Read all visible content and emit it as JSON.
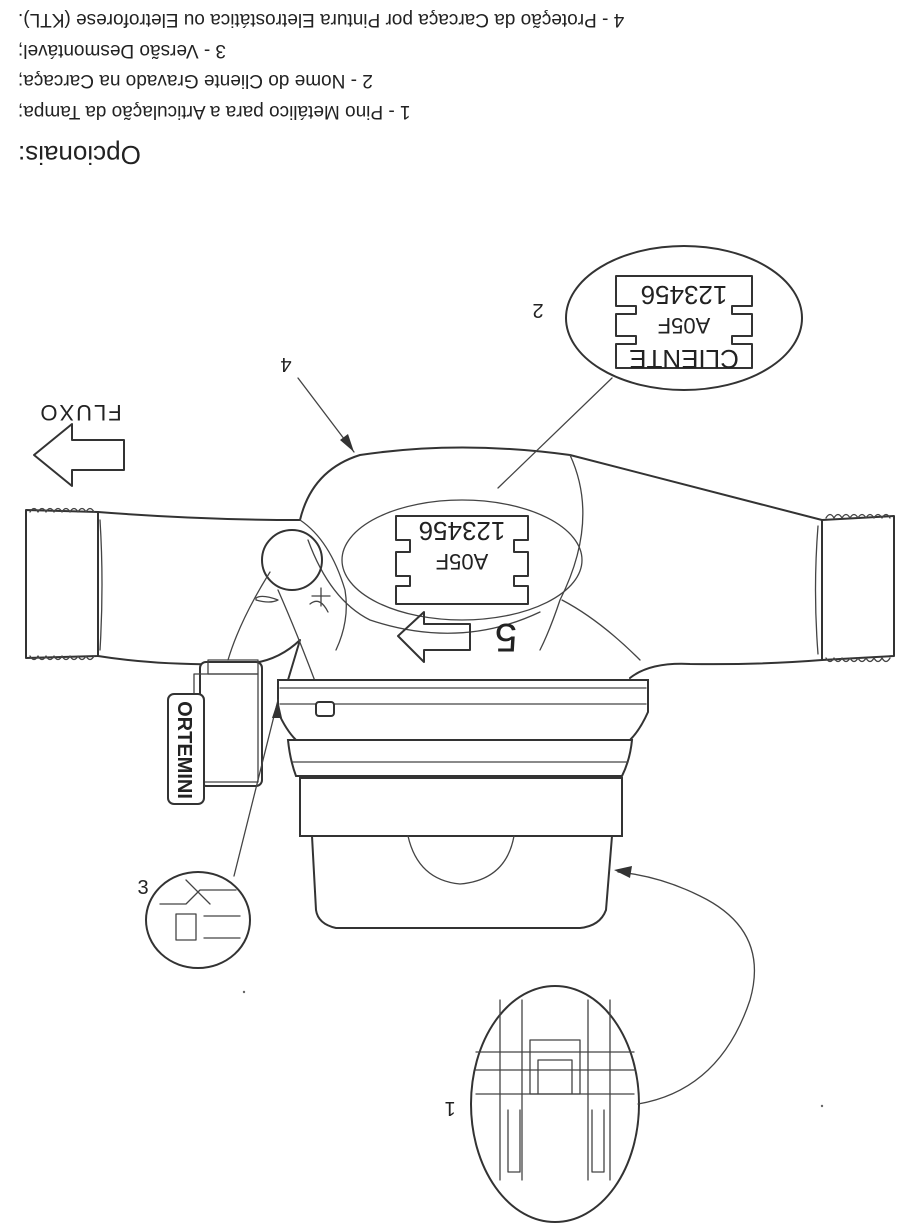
{
  "heading": "Opcionais:",
  "options": [
    "1 - Pino Metálico para a Articulação da Tampa;",
    "2 - Nome do Cliente Gravado na Carcaça;",
    "3 - Versão Desmontável;",
    "4 - Proteção da Carcaça por Pintura Eletrostática ou Eletroforese (KTL)."
  ],
  "callouts": {
    "one": "1",
    "two": "2",
    "three": "3",
    "four": "4"
  },
  "flow_label": "FLUXO",
  "brand_label": "ORTEMINI",
  "detail_engraving": {
    "client": "CLIENTE",
    "model": "A05F",
    "serial": "123456"
  },
  "body_engraving": {
    "model": "A05F",
    "serial": "123456"
  },
  "dn_label": "5"
}
